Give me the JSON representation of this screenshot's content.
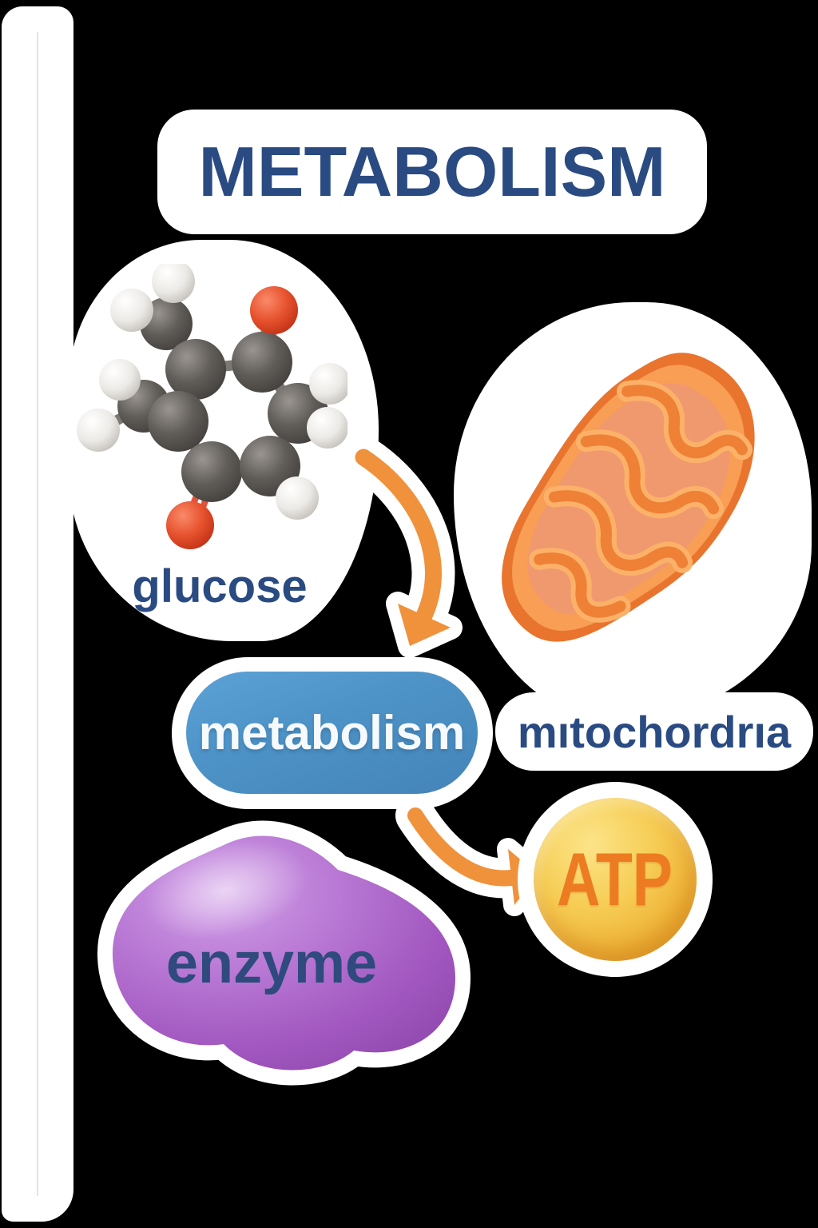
{
  "title": {
    "text": "METABOLISM",
    "color": "#2A4B82"
  },
  "labels": {
    "glucose": "glucose",
    "metabolism": "metabolism",
    "mitochondria": "mıtochordrıa",
    "atp": "ATP",
    "enzyme": "enzyme"
  },
  "colors": {
    "background": "#000000",
    "sticker_white": "#FFFFFF",
    "label_navy": "#2A4B82",
    "pill_blue": "#4D92C6",
    "pill_text": "#F6FAFC",
    "arrow_orange": "#F0913B",
    "mitochondria_wall_orange": "#E9742E",
    "mitochondria_rim_orange": "#F89E55",
    "mitochondria_matrix_salmon": "#F0996F",
    "atp_yellow": "#F2BE45",
    "atp_text_orange": "#EC7B21",
    "enzyme_purple": "#A960C4",
    "enzyme_text_navy": "#2F4A7D",
    "molecule_carbon_grey": "#605C58",
    "molecule_hydrogen_white": "#F1EFEC",
    "molecule_oxygen_red": "#E7532F"
  },
  "icons": [
    {
      "name": "glucose-molecule-icon",
      "meaning": "ball-and-stick sugar molecule"
    },
    {
      "name": "mitochondria-icon",
      "meaning": "orange organelle with cristae"
    },
    {
      "name": "atp-coin-icon",
      "meaning": "yellow energy sphere"
    },
    {
      "name": "enzyme-blob-icon",
      "meaning": "purple protein blob"
    },
    {
      "name": "curved-arrow-down-icon",
      "meaning": "flow from glucose to metabolism"
    },
    {
      "name": "curved-arrow-right-icon",
      "meaning": "flow from metabolism to ATP"
    }
  ]
}
